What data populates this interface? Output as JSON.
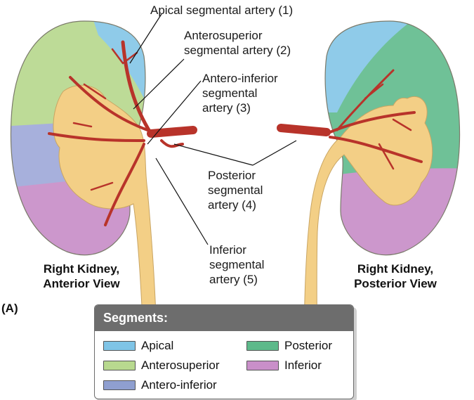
{
  "labels": {
    "apical_artery": "Apical segmental artery (1)",
    "anterosuperior_artery": [
      "Anterosuperior",
      "segmental artery (2)"
    ],
    "anteroinferior_artery": [
      "Antero-inferior",
      "segmental",
      "artery (3)"
    ],
    "posterior_artery": [
      "Posterior",
      "segmental",
      "artery (4)"
    ],
    "inferior_artery": [
      "Inferior",
      "segmental",
      "artery (5)"
    ]
  },
  "captions": {
    "left": [
      "Right Kidney,",
      "Anterior View"
    ],
    "right": [
      "Right Kidney,",
      "Posterior View"
    ],
    "panel": "(A)"
  },
  "legend": {
    "title": "Segments:",
    "items": [
      {
        "label": "Apical",
        "color": "#7fc4e6"
      },
      {
        "label": "Anterosuperior",
        "color": "#b8d98f"
      },
      {
        "label": "Antero-inferior",
        "color": "#8f9fd0"
      },
      {
        "label": "Posterior",
        "color": "#5db98a"
      },
      {
        "label": "Inferior",
        "color": "#c98fc9"
      }
    ]
  },
  "colors": {
    "apical": "#8fcbe9",
    "anterosuperior": "#bddb97",
    "anteroinferior": "#a7b0dc",
    "posterior": "#6fc197",
    "inferior": "#cc97cc",
    "pelvis": "#f3cf86",
    "artery": "#b8332a"
  }
}
